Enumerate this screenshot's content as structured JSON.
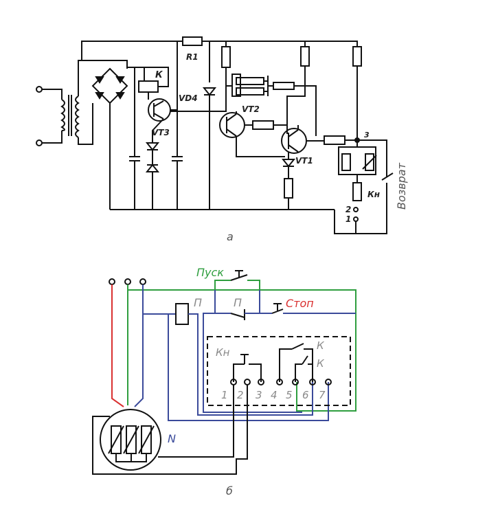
{
  "diagram_a": {
    "caption": "а",
    "labels": {
      "r1": "R1",
      "k": "К",
      "vd4": "VD4",
      "vt3": "VT3",
      "vt2": "VT2",
      "vt1": "VT1",
      "kn": "Кн",
      "n2": "2",
      "n1": "1",
      "n3": "3",
      "return": "Возврат"
    }
  },
  "diagram_b": {
    "caption": "б",
    "labels": {
      "start": "Пуск",
      "stop": "Стоп",
      "p1": "П",
      "p2": "П",
      "kn": "Кн",
      "k1": "К",
      "k2": "К",
      "motor": "N",
      "terminals": [
        "1",
        "2",
        "3",
        "4",
        "5",
        "6",
        "7"
      ]
    },
    "colors": {
      "phase": "#d93030",
      "green": "#2e9e3e",
      "blue": "#3a4a9a",
      "black": "#111111",
      "gray": "#8a8a8a"
    }
  }
}
